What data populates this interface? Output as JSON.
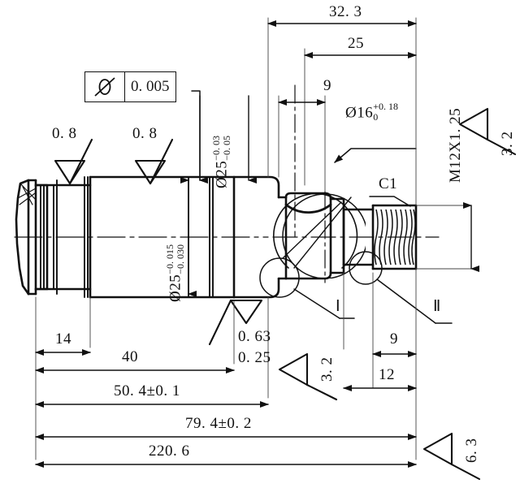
{
  "drawing": {
    "type": "mechanical-part-engineering-drawing",
    "description": "Stepped shaft / piston rod with spherical ball end and M12X1.25 threaded tip, shown as a broken sectional view",
    "background_color": "#ffffff",
    "line_color": "#111111",
    "units": "mm"
  },
  "tolerance_frame": {
    "symbol": "cylindricity-symbol",
    "symbol_glyph": "⌓",
    "value": "0. 005"
  },
  "surface_finish": {
    "left_a": "0. 8",
    "left_b": "0. 8",
    "stacked_top": "0. 63",
    "stacked_bottom": "0. 25",
    "mid_triangle": "3. 2",
    "right_triangle": "3. 2",
    "bottom_triangle": "6. 3"
  },
  "diameters": {
    "body_main": {
      "nominal": "Ø25",
      "upper": "−0. 015",
      "lower": "−0. 030"
    },
    "body_upper": {
      "nominal": "Ø25",
      "upper": "−0. 03",
      "lower": "−0. 05"
    },
    "ball": {
      "nominal": "Ø16",
      "upper": "+0. 18",
      "lower": "0"
    }
  },
  "thread": {
    "spec": "M12X1. 25"
  },
  "chamfer": {
    "label": "C1"
  },
  "details": {
    "first": "Ⅰ",
    "second": "Ⅱ"
  },
  "dimensions": {
    "top_32_3": "32. 3",
    "top_25": "25",
    "top_9": "9",
    "bottom_14": "14",
    "bottom_40": "40",
    "bottom_50_4": "50. 4±0. 1",
    "bottom_79_4": "79. 4±0. 2",
    "bottom_220_6": "220. 6",
    "right_9": "9",
    "right_12": "12"
  }
}
